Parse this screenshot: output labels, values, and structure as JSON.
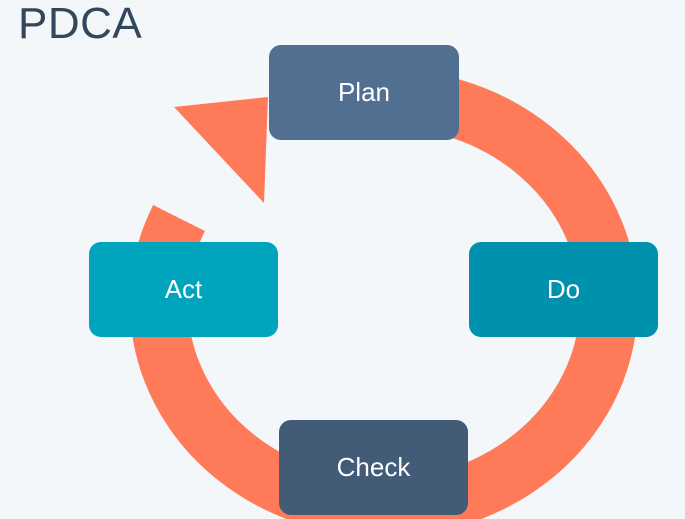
{
  "title": "PDCA",
  "stages": {
    "plan": "Plan",
    "do": "Do",
    "check": "Check",
    "act": "Act"
  },
  "colors": {
    "background": "#f4f7fa",
    "title": "#33475b",
    "ring": "#ff7a59",
    "plan": "#516f90",
    "do": "#0091ae",
    "check": "#425b76",
    "act": "#00a4bd"
  }
}
